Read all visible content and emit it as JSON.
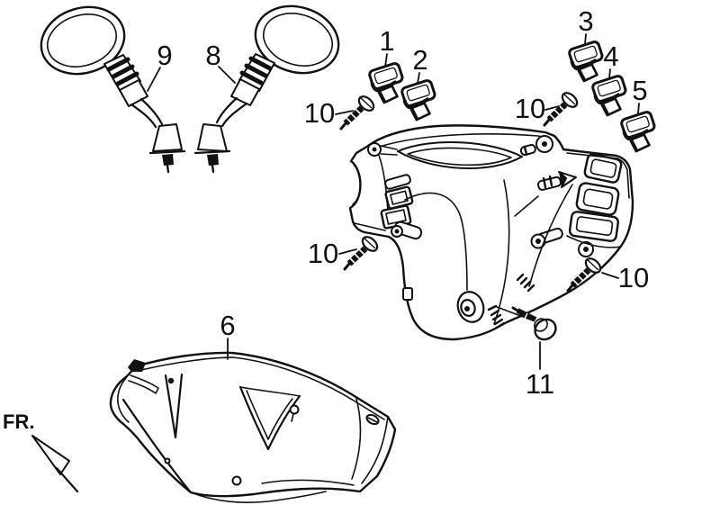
{
  "figure": {
    "type": "exploded-parts-diagram",
    "background": "#ffffff",
    "line_color": "#111111",
    "front_marker": "FR.",
    "callouts": {
      "n1": "1",
      "n2": "2",
      "n3": "3",
      "n4": "4",
      "n5": "5",
      "n6": "6",
      "n8": "8",
      "n9": "9",
      "n10a": "10",
      "n10b": "10",
      "n10c": "10",
      "n10d": "10",
      "n11": "11"
    }
  }
}
